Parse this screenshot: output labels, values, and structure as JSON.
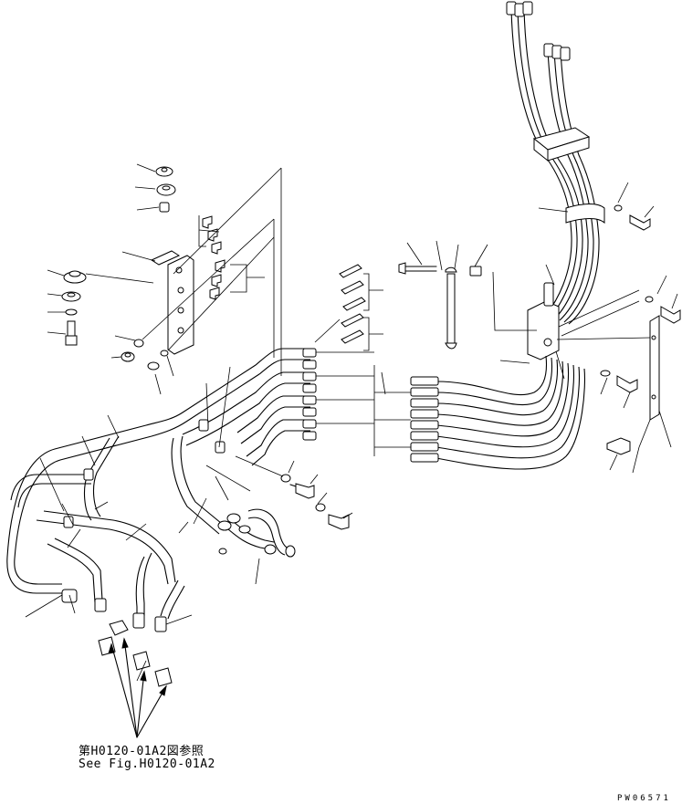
{
  "reference": {
    "line_jp": "第H0120-01A2図参照",
    "line_en": "See Fig.H0120-01A2"
  },
  "drawing_code": "PW06571"
}
